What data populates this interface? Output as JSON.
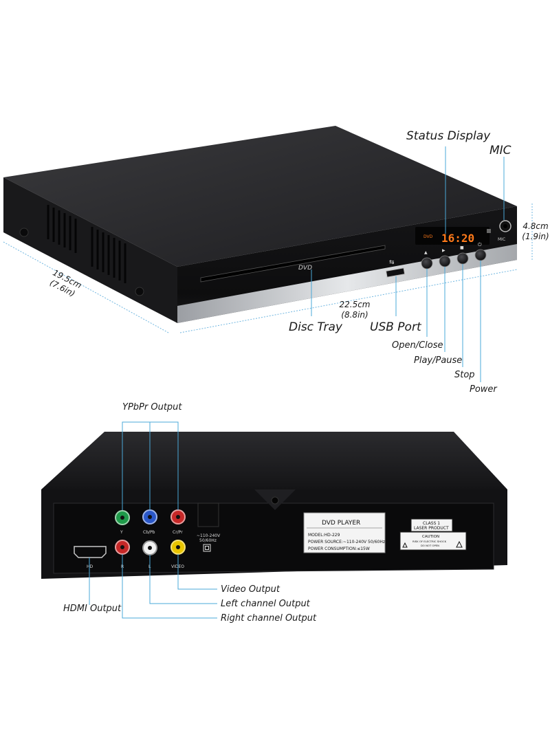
{
  "front": {
    "labels": {
      "status_display": "Status Display",
      "mic": "MIC",
      "disc_tray": "Disc Tray",
      "usb_port": "USB Port",
      "open_close": "Open/Close",
      "play_pause": "Play/Pause",
      "stop": "Stop",
      "power": "Power"
    },
    "dimensions": {
      "depth_cm": "19.5cm",
      "depth_in": "(7.6in)",
      "width_cm": "22.5cm",
      "width_in": "(8.8in)",
      "height_cm": "4.8cm",
      "height_in": "(1.9in)"
    },
    "display_mode": "DVD",
    "display_time": "16:20",
    "tray_logo": "DVD",
    "mic_text": "MIC"
  },
  "back": {
    "labels": {
      "ypbpr": "YPbPr Output",
      "video": "Video Output",
      "left": "Left channel Output",
      "hdmi": "HDMI Output",
      "right": "Right channel Output"
    },
    "ports": {
      "y": "Y",
      "cb": "Cb/Pb",
      "cr": "Cr/Pr",
      "hd": "HD",
      "r": "R",
      "l": "L",
      "video": "VIDEO"
    },
    "power_in": [
      "~110-240V",
      "50/60Hz"
    ],
    "plate": {
      "title": "DVD PLAYER",
      "model": "MODEL:HD-229",
      "source": "POWER SOURCE:~110-240V 50/60Hz",
      "consumption": "POWER CONSUMPTION:≤15W"
    },
    "laser": [
      "CLASS 1",
      "LASER PRODUCT"
    ],
    "caution": "CAUTION",
    "caution_small": [
      "RISK OF ELECTRIC SHOCK",
      "DO NOT OPEN"
    ]
  },
  "colors": {
    "body": "#1b1b1d",
    "display_orange": "#ff7a1a",
    "y_green": "#1f9a4a",
    "cb_blue": "#2a57c8",
    "cr_red": "#c62828",
    "video_yellow": "#e8c400",
    "leader_line": "#4aa8d8"
  }
}
